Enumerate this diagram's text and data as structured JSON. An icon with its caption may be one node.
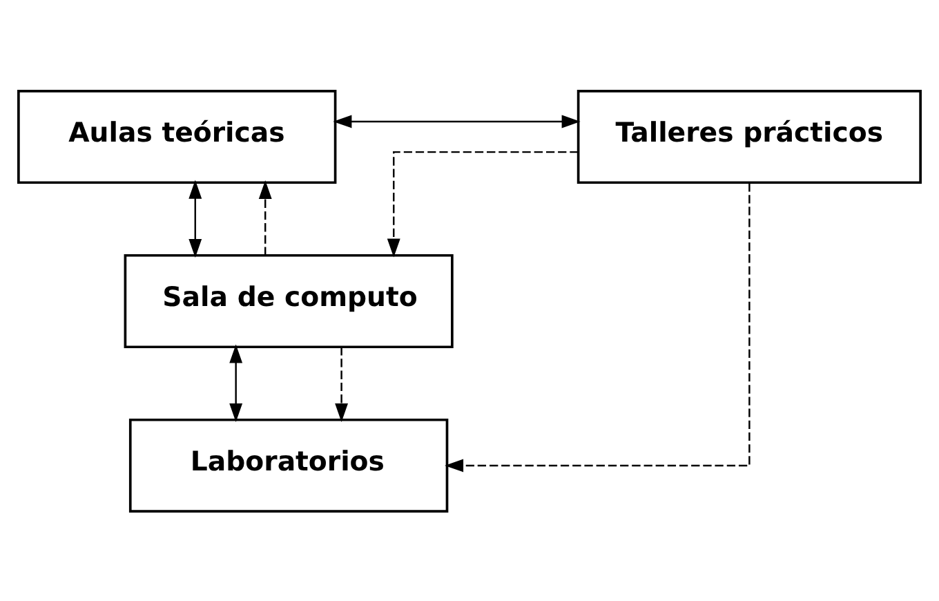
{
  "diagram": {
    "nodes": [
      {
        "text": [
          "Aulas teóricas"
        ]
      },
      {
        "text": [
          "Talleres prácticos"
        ]
      },
      {
        "text": [
          "Sala de computo"
        ]
      },
      {
        "text": [
          "Laboratorios"
        ]
      }
    ],
    "edges": [
      {
        "from": 0,
        "to": 1,
        "arrow": "both"
      },
      {
        "from": 0,
        "to": 2,
        "arrow": "both"
      },
      {
        "from": 2,
        "to": 0,
        "arrow": "to",
        "style": "dashed"
      },
      {
        "from": 2,
        "to": 3,
        "arrow": "both"
      },
      {
        "from": 2,
        "to": 3,
        "arrow": "to",
        "style": "dashed"
      },
      {
        "from": 1,
        "to": 2,
        "arrow": "to",
        "style": "dashed"
      },
      {
        "from": 1,
        "to": 3,
        "arrow": "to",
        "style": "dashed"
      }
    ]
  }
}
